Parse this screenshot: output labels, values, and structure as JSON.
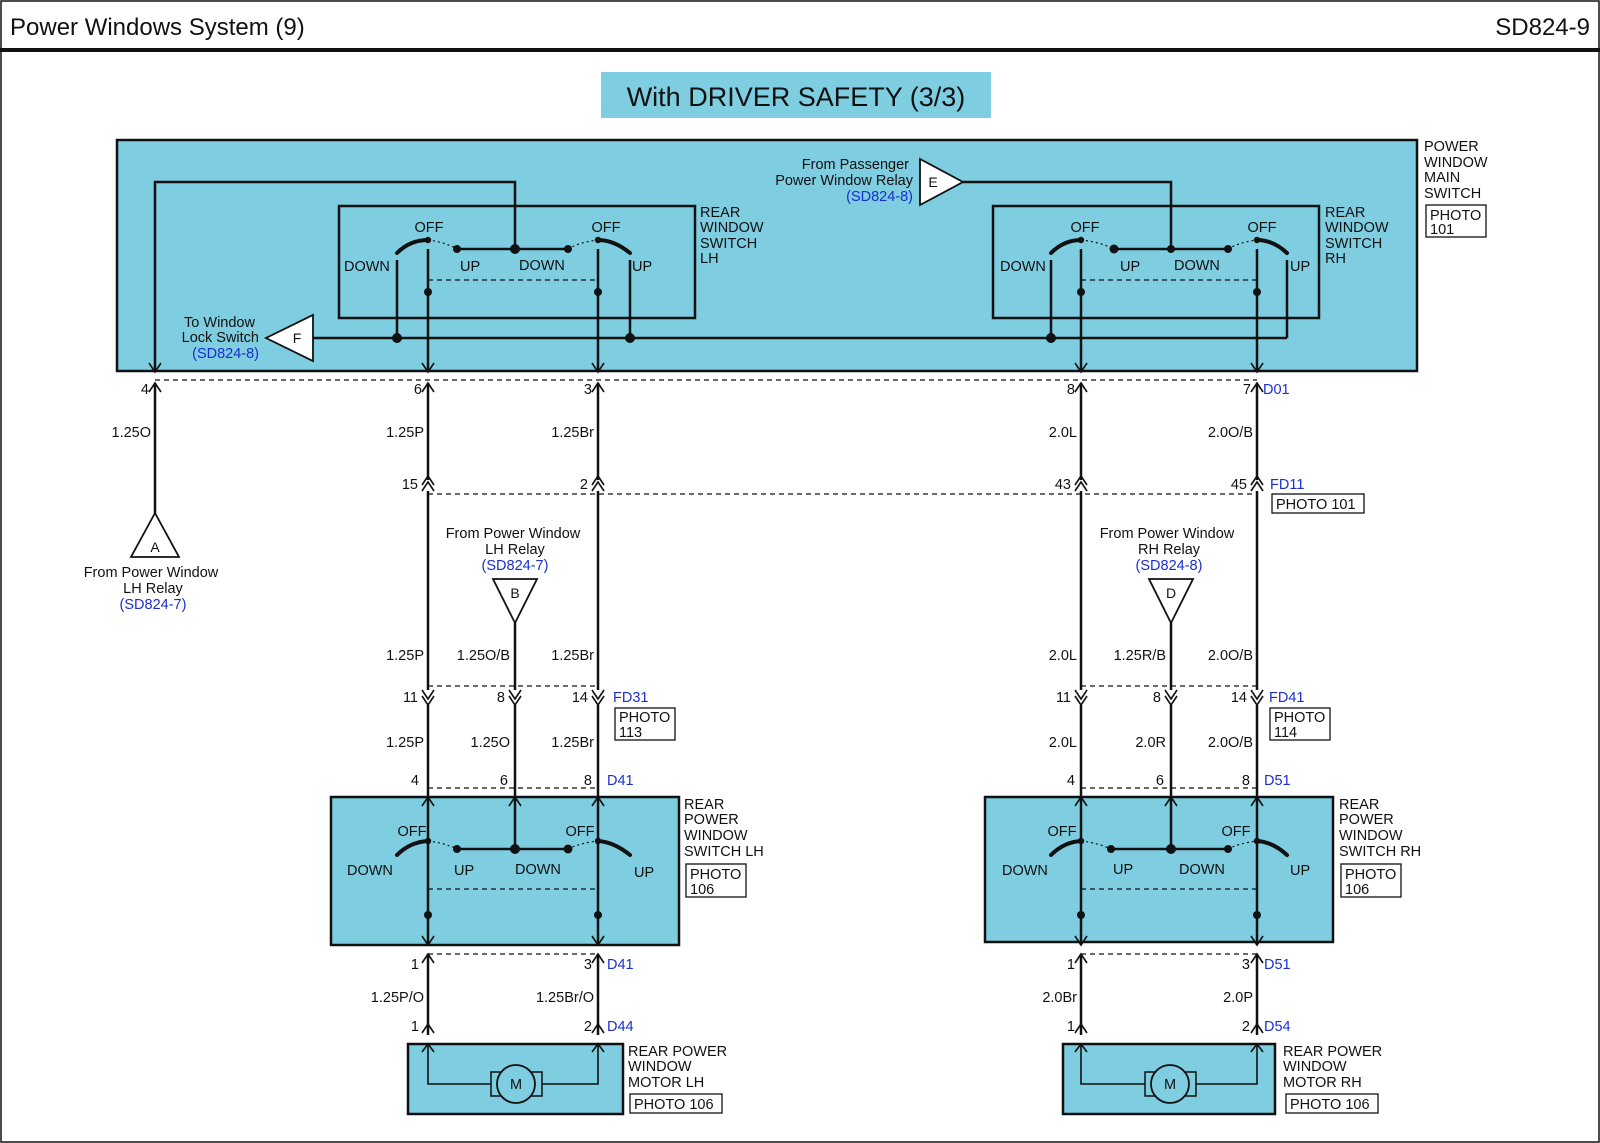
{
  "header": {
    "title": "Power Windows System (9)",
    "code": "SD824-9"
  },
  "banner": {
    "title": "With DRIVER SAFETY (3/3)",
    "color": "#7fcde0"
  },
  "main_switch": {
    "label": [
      "POWER",
      "WINDOW",
      "MAIN",
      "SWITCH"
    ],
    "photo": [
      "PHOTO",
      "101"
    ],
    "rear_lh_label": [
      "REAR",
      "WINDOW",
      "SWITCH",
      "LH"
    ],
    "rear_rh_label": [
      "REAR",
      "WINDOW",
      "SWITCH",
      "RH"
    ],
    "connector": "D01",
    "pins": [
      "4",
      "6",
      "3",
      "8",
      "7"
    ]
  },
  "switch_labels": {
    "off": "OFF",
    "down": "DOWN",
    "up": "UP"
  },
  "refs": {
    "E": {
      "letter": "E",
      "lines": [
        "From Passenger",
        "Power Window Relay"
      ],
      "ref": "(SD824-8)"
    },
    "F": {
      "letter": "F",
      "lines": [
        "To Window",
        "Lock Switch"
      ],
      "ref": "(SD824-8)"
    },
    "A": {
      "letter": "A",
      "lines": [
        "From Power Window",
        "LH Relay"
      ],
      "ref": "(SD824-7)"
    },
    "B": {
      "letter": "B",
      "lines": [
        "From Power Window",
        "LH Relay"
      ],
      "ref": "(SD824-7)"
    },
    "D": {
      "letter": "D",
      "lines": [
        "From Power Window",
        "RH Relay"
      ],
      "ref": "(SD824-8)"
    }
  },
  "wires_seg1": [
    "1.25O",
    "1.25P",
    "1.25Br",
    "2.0L",
    "2.0O/B"
  ],
  "fd11": {
    "connector": "FD11",
    "pins": [
      "15",
      "2",
      "43",
      "45"
    ],
    "photo": "PHOTO 101"
  },
  "wires_seg2_lh": [
    "1.25P",
    "1.25O/B",
    "1.25Br"
  ],
  "wires_seg2_rh": [
    "2.0L",
    "1.25R/B",
    "2.0O/B"
  ],
  "fd31": {
    "connector": "FD31",
    "pins": [
      "11",
      "8",
      "14"
    ],
    "photo": [
      "PHOTO",
      "113"
    ]
  },
  "fd41": {
    "connector": "FD41",
    "pins": [
      "11",
      "8",
      "14"
    ],
    "photo": [
      "PHOTO",
      "114"
    ]
  },
  "wires_seg3_lh": [
    "1.25P",
    "1.25O",
    "1.25Br"
  ],
  "wires_seg3_rh": [
    "2.0L",
    "2.0R",
    "2.0O/B"
  ],
  "rear_switch_lh": {
    "label": [
      "REAR",
      "POWER",
      "WINDOW",
      "SWITCH LH"
    ],
    "photo": [
      "PHOTO",
      "106"
    ],
    "connector": "D41",
    "top_pins": [
      "4",
      "6",
      "8"
    ],
    "bottom_pins": [
      "1",
      "3"
    ]
  },
  "rear_switch_rh": {
    "label": [
      "REAR",
      "POWER",
      "WINDOW",
      "SWITCH RH"
    ],
    "photo": [
      "PHOTO",
      "106"
    ],
    "connector": "D51",
    "top_pins": [
      "4",
      "6",
      "8"
    ],
    "bottom_pins": [
      "1",
      "3"
    ]
  },
  "wires_seg4_lh": [
    "1.25P/O",
    "1.25Br/O"
  ],
  "wires_seg4_rh": [
    "2.0Br",
    "2.0P"
  ],
  "motor_lh": {
    "label": [
      "REAR POWER",
      "WINDOW",
      "MOTOR LH"
    ],
    "photo": "PHOTO 106",
    "connector": "D44",
    "pins": [
      "1",
      "2"
    ],
    "symbol": "M"
  },
  "motor_rh": {
    "label": [
      "REAR POWER",
      "WINDOW",
      "MOTOR RH"
    ],
    "photo": "PHOTO 106",
    "connector": "D54",
    "pins": [
      "1",
      "2"
    ],
    "symbol": "M"
  }
}
